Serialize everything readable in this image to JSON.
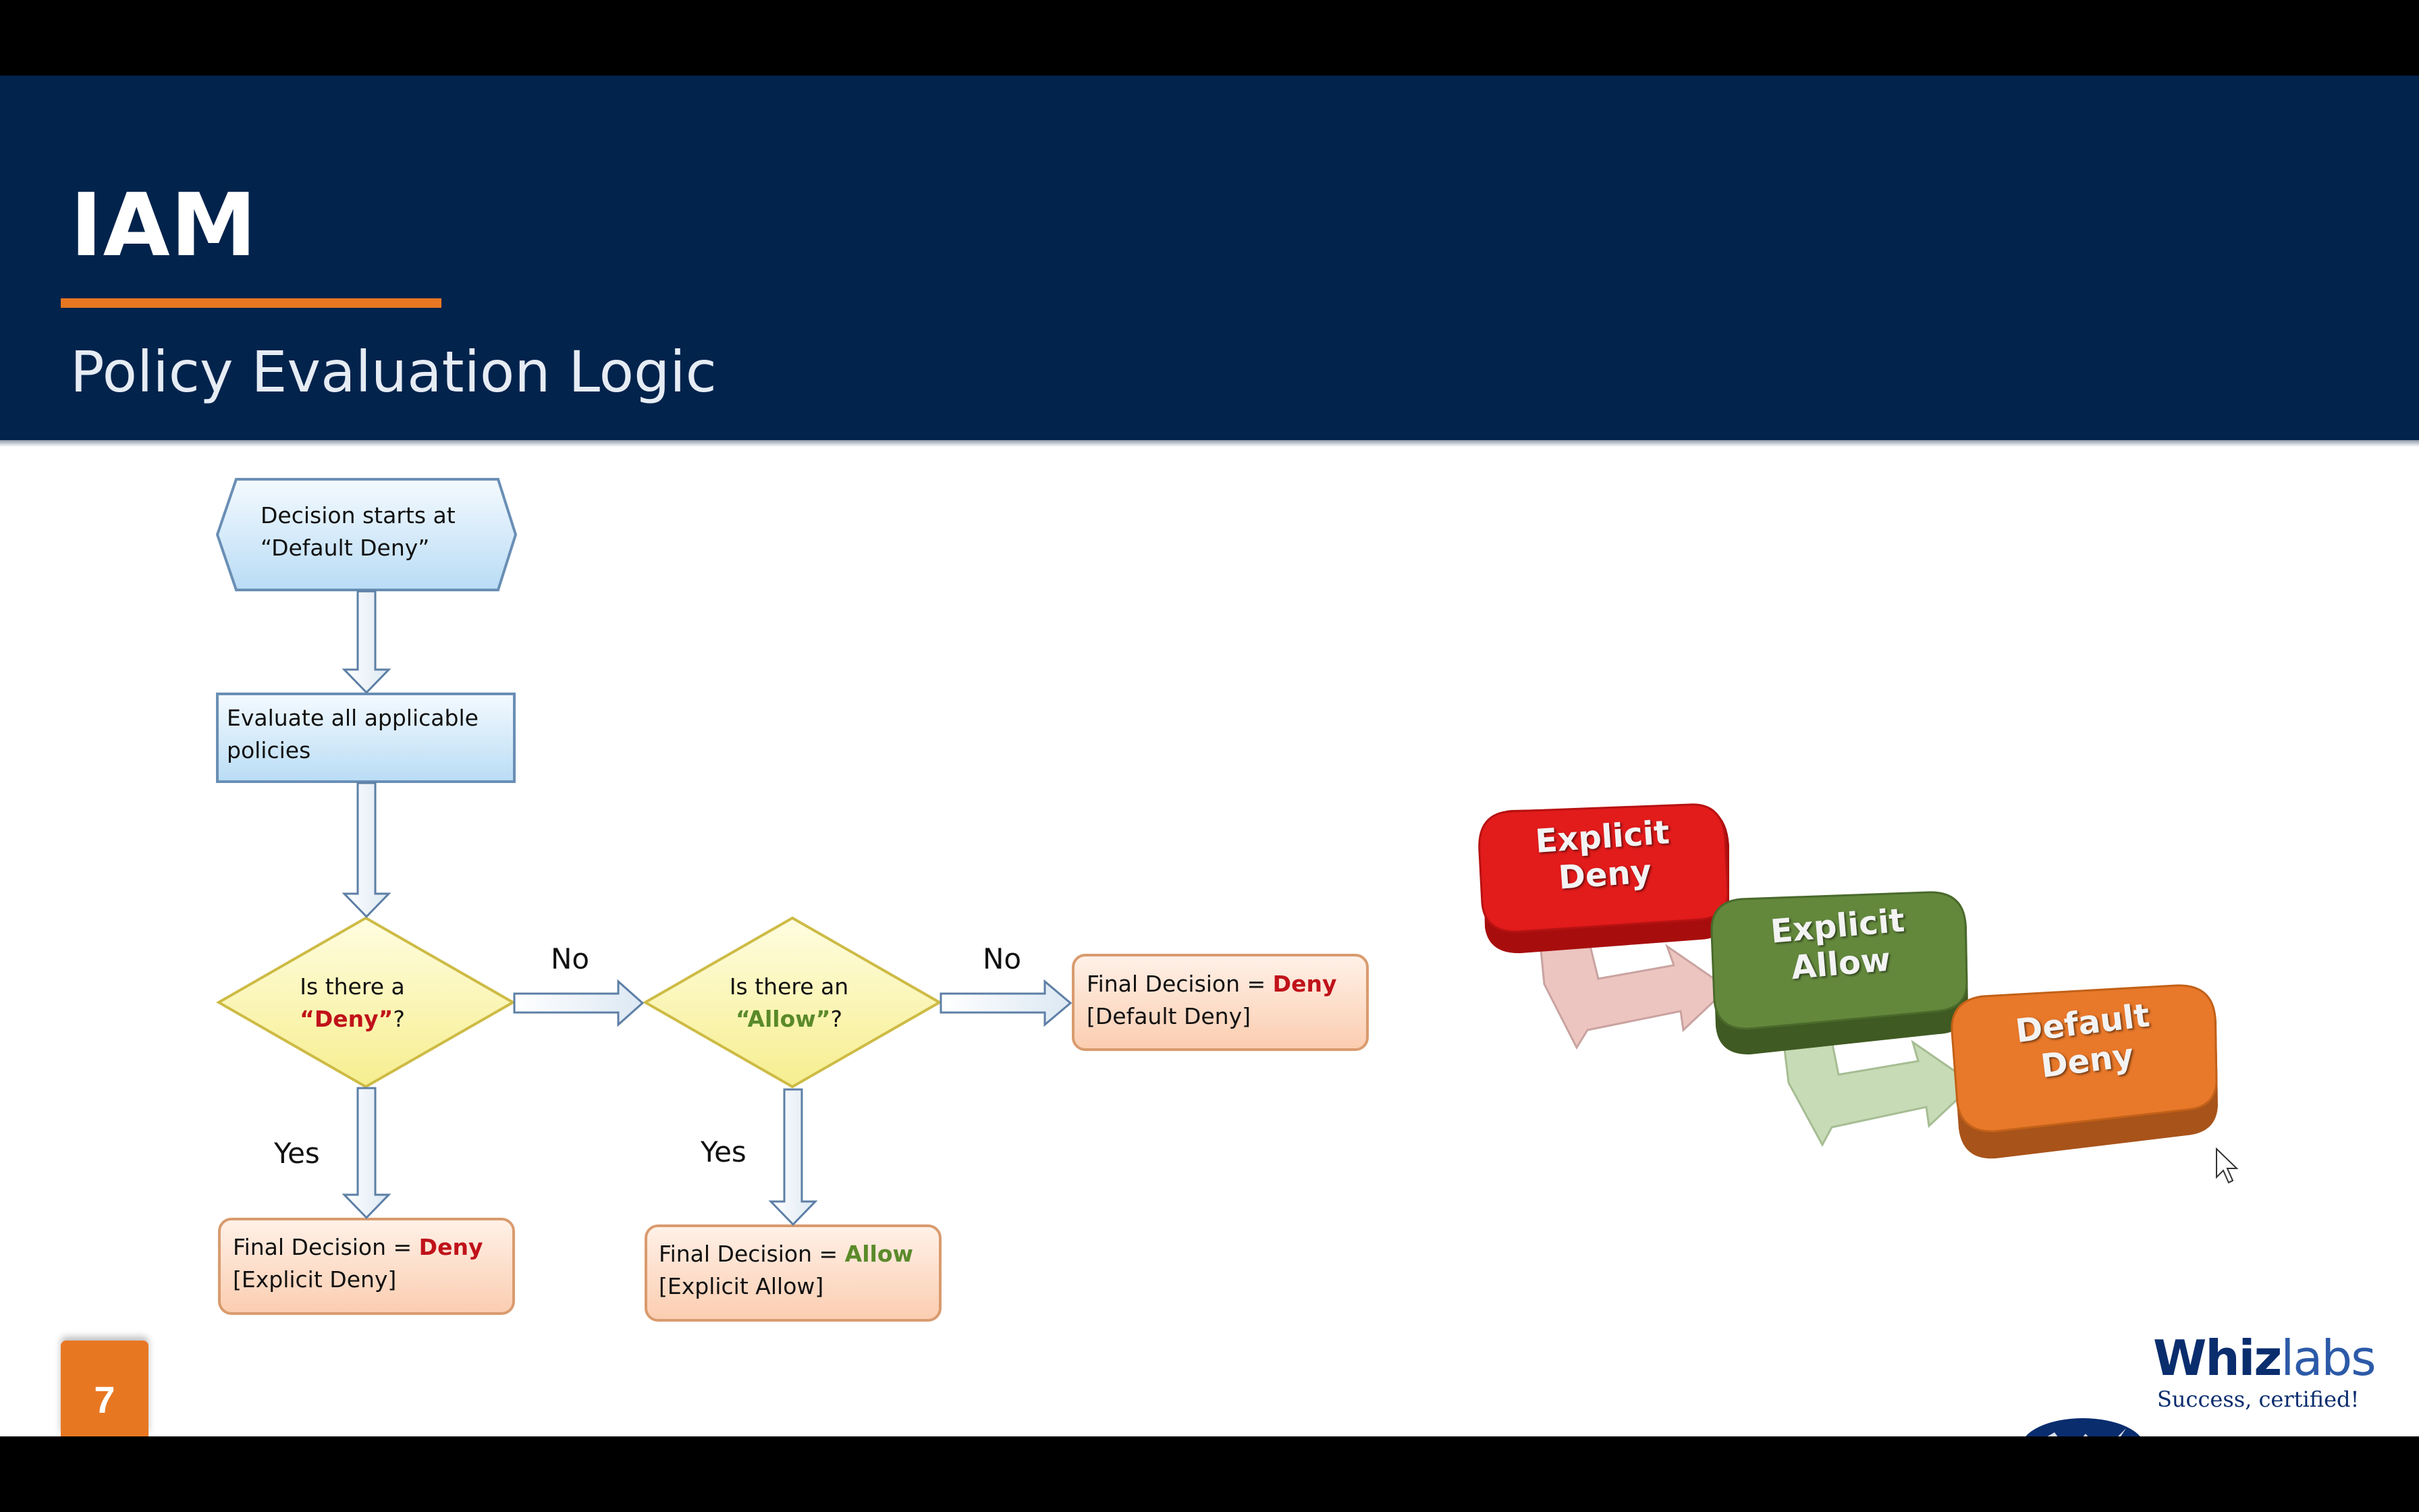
{
  "header": {
    "title": "IAM",
    "subtitle": "Policy Evaluation Logic"
  },
  "flowchart": {
    "start": {
      "line1": "Decision starts at",
      "line2": "“Default Deny”"
    },
    "evaluate": {
      "line1": "Evaluate all applicable",
      "line2": "policies"
    },
    "deny_check": {
      "line1": "Is there a",
      "keyword": "“Deny”",
      "suffix": "?"
    },
    "allow_check": {
      "line1": "Is there an",
      "keyword": "“Allow”",
      "suffix": "?"
    },
    "edge_no_1": "No",
    "edge_no_2": "No",
    "edge_yes_1": "Yes",
    "edge_yes_2": "Yes",
    "result_explicit_deny": {
      "prefix": "Final Decision = ",
      "decision": "Deny",
      "reason": "[Explicit Deny]"
    },
    "result_explicit_allow": {
      "prefix": "Final Decision = ",
      "decision": "Allow",
      "reason": "[Explicit Allow]"
    },
    "result_default_deny": {
      "prefix": "Final Decision = ",
      "decision": "Deny",
      "reason": "[Default Deny]"
    }
  },
  "precedence": {
    "block1": {
      "line1": "Explicit",
      "line2": "Deny",
      "color": "#d91e1e"
    },
    "block2": {
      "line1": "Explicit",
      "line2": "Allow",
      "color": "#5b7f34"
    },
    "block3": {
      "line1": "Default",
      "line2": "Deny",
      "color": "#e87722"
    }
  },
  "footer": {
    "page_number": "7",
    "logo_name_1": "Whiz",
    "logo_name_2": "labs",
    "logo_tagline": "Success, certified!"
  },
  "colors": {
    "header_bg": "#01234c",
    "accent": "#e87722",
    "deny_red": "#c0121a",
    "allow_green": "#5a8a2a"
  }
}
